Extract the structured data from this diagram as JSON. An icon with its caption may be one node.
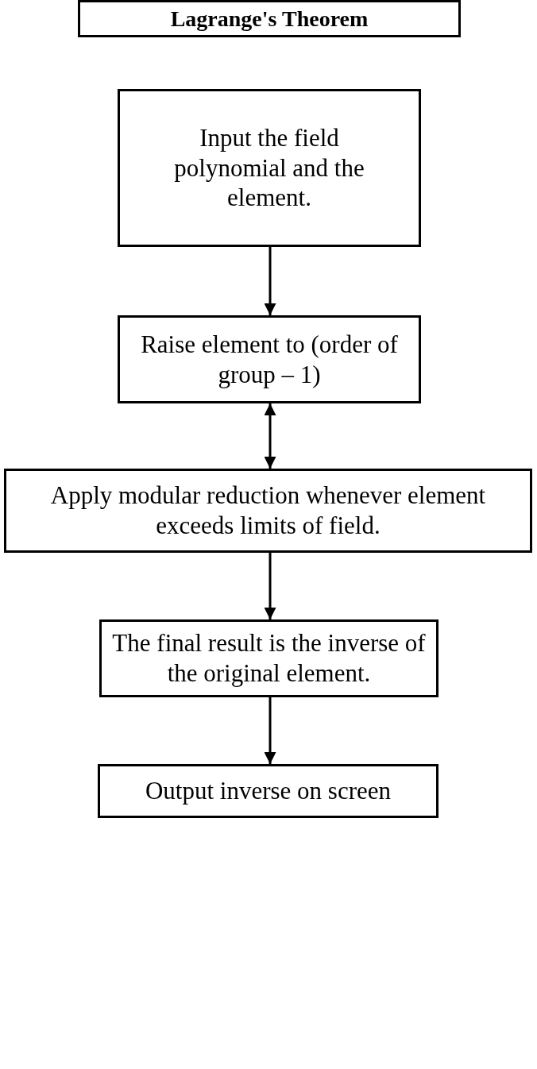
{
  "diagram": {
    "title": "Lagrange's Theorem",
    "nodes": [
      {
        "text": [
          "Input the field polynomial and the element."
        ]
      },
      {
        "text": [
          "Raise element to (order of group – 1)"
        ]
      },
      {
        "text": [
          "Apply modular reduction whenever element exceeds limits of field."
        ]
      },
      {
        "text": [
          "The final result is the inverse of the original element."
        ]
      },
      {
        "text": [
          "Output inverse on screen"
        ]
      }
    ],
    "edges": [
      {
        "from": 0,
        "to": 1,
        "arrow": "to"
      },
      {
        "from": 1,
        "to": 2,
        "arrow": "both"
      },
      {
        "from": 2,
        "to": 3,
        "arrow": "to"
      },
      {
        "from": 3,
        "to": 4,
        "arrow": "to"
      }
    ]
  }
}
